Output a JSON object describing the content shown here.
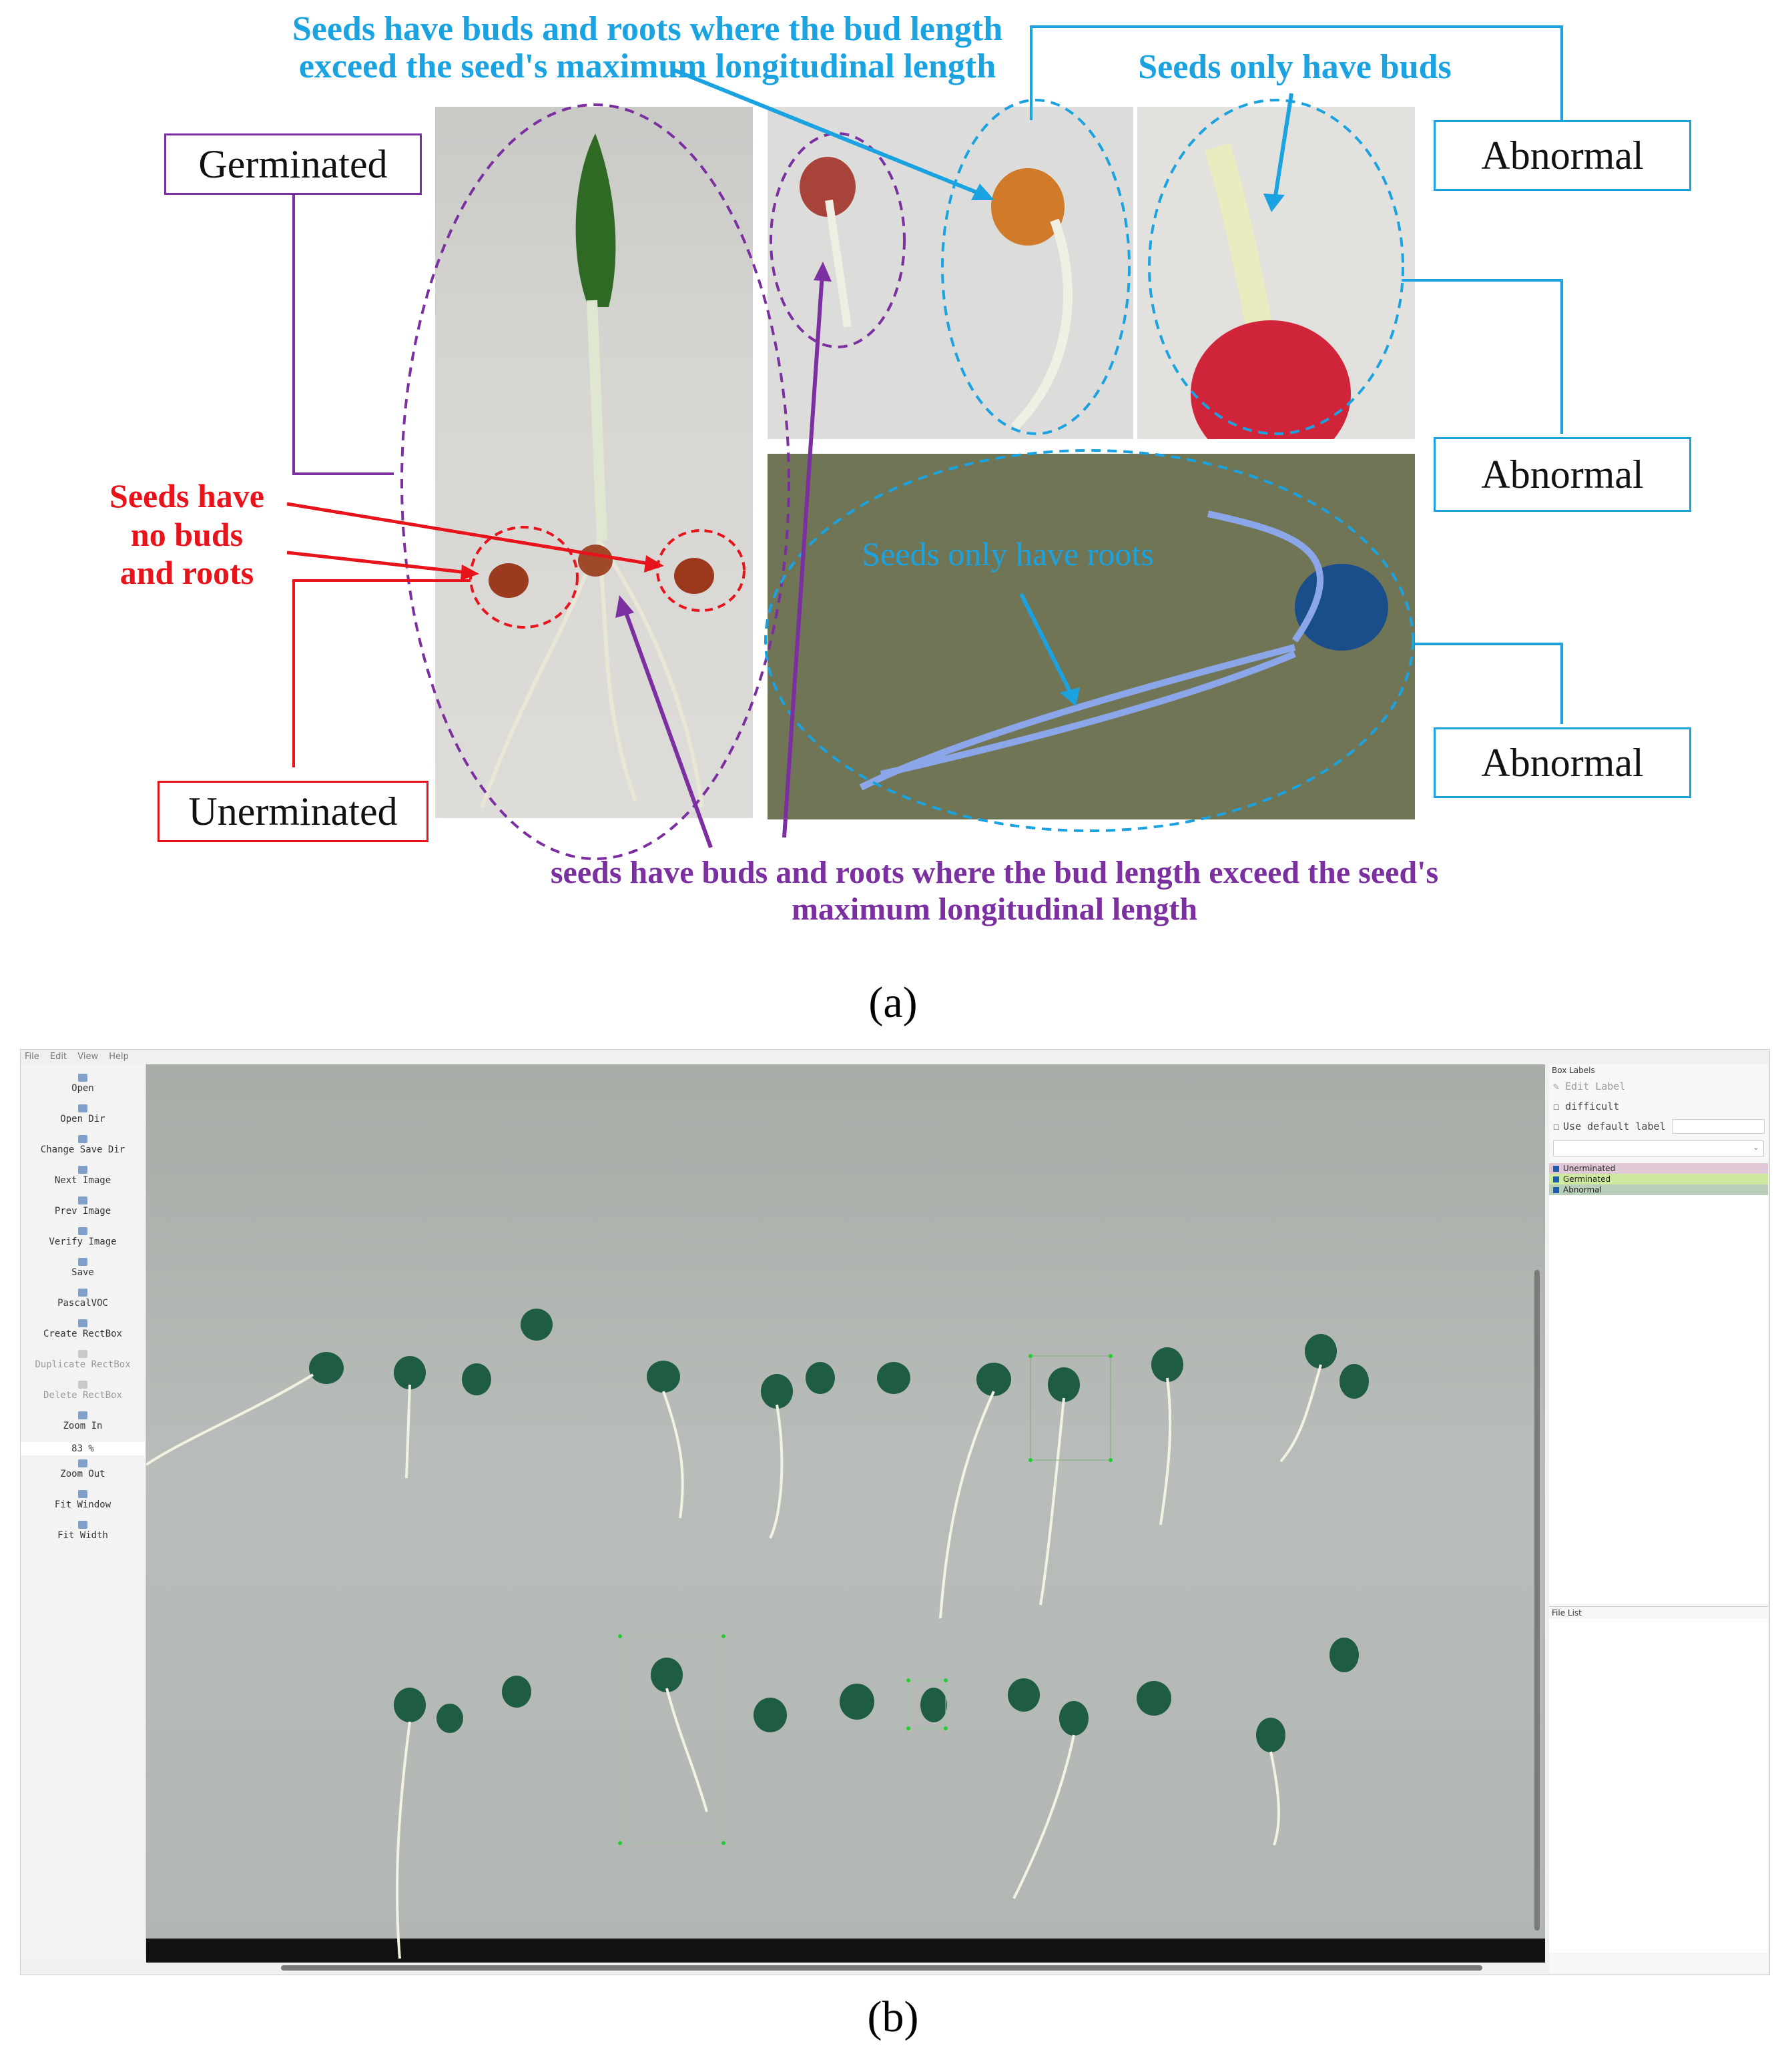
{
  "panel_a": {
    "left_labels": {
      "germinated": "Germinated",
      "unerminated": "Unerminated"
    },
    "right_labels": [
      "Abnormal",
      "Abnormal",
      "Abnormal"
    ],
    "notes": {
      "top_cyan_line1": "Seeds have buds and roots where the bud length",
      "top_cyan_line2": "exceed the seed's maximum longitudinal length",
      "buds_only": "Seeds only have buds",
      "red_line1": "Seeds have",
      "red_line2": "no buds",
      "red_line3": "and roots",
      "roots_only": "Seeds only have roots",
      "bottom_purple_line1": "seeds have buds and roots where the bud length exceed the seed's",
      "bottom_purple_line2": "maximum longitudinal length"
    },
    "caption": "(a)",
    "colors": {
      "purple": "#7b2fa0",
      "cyan": "#1aa3e0",
      "red": "#e8141c"
    }
  },
  "panel_b": {
    "caption": "(b)",
    "menu": [
      "File",
      "Edit",
      "View",
      "Help"
    ],
    "tools": [
      {
        "label": "Open",
        "icon": "open-icon",
        "enabled": true
      },
      {
        "label": "Open Dir",
        "icon": "open-dir-icon",
        "enabled": true
      },
      {
        "label": "Change Save Dir",
        "icon": "change-save-dir-icon",
        "enabled": true
      },
      {
        "label": "Next Image",
        "icon": "next-image-icon",
        "enabled": true
      },
      {
        "label": "Prev Image",
        "icon": "prev-image-icon",
        "enabled": true
      },
      {
        "label": "Verify Image",
        "icon": "verify-icon",
        "enabled": true
      },
      {
        "label": "Save",
        "icon": "save-icon",
        "enabled": true
      },
      {
        "label": "PascalVOC",
        "icon": "format-icon",
        "enabled": true
      },
      {
        "label": "Create RectBox",
        "icon": "create-rect-icon",
        "enabled": true
      },
      {
        "label": "Duplicate RectBox",
        "icon": "duplicate-rect-icon",
        "enabled": false
      },
      {
        "label": "Delete RectBox",
        "icon": "delete-rect-icon",
        "enabled": false
      },
      {
        "label": "Zoom In",
        "icon": "zoom-in-icon",
        "enabled": true
      }
    ],
    "zoom_value": "83 %",
    "tools_after_zoom": [
      {
        "label": "Zoom Out",
        "icon": "zoom-out-icon",
        "enabled": true
      },
      {
        "label": "Fit Window",
        "icon": "fit-window-icon",
        "enabled": true
      },
      {
        "label": "Fit Width",
        "icon": "fit-width-icon",
        "enabled": true
      }
    ],
    "right_panel": {
      "box_labels_title": "Box Labels",
      "edit_label": "Edit Label",
      "difficult": "difficult",
      "use_default_label": "Use default label",
      "labels": [
        {
          "name": "Unerminated",
          "bg": "#e0c8d6"
        },
        {
          "name": "Germinated",
          "bg": "#cfe8a0"
        },
        {
          "name": "Abnormal",
          "bg": "#b9cfb9"
        }
      ],
      "file_list_title": "File List"
    }
  }
}
